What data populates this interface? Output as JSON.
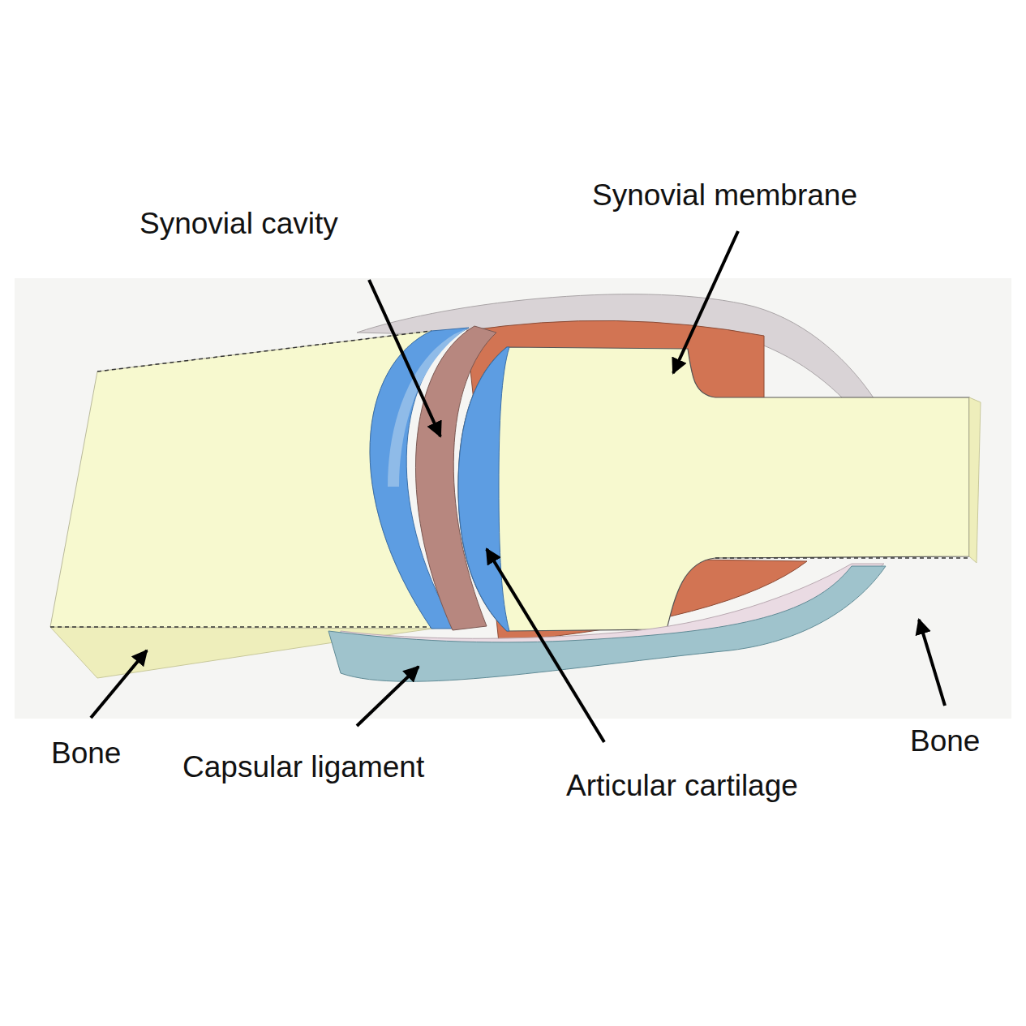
{
  "diagram": {
    "labels": [
      "Synovial cavity",
      "Synovial membrane",
      "Bone",
      "Capsular ligament",
      "Articular cartilage",
      "Bone"
    ]
  }
}
